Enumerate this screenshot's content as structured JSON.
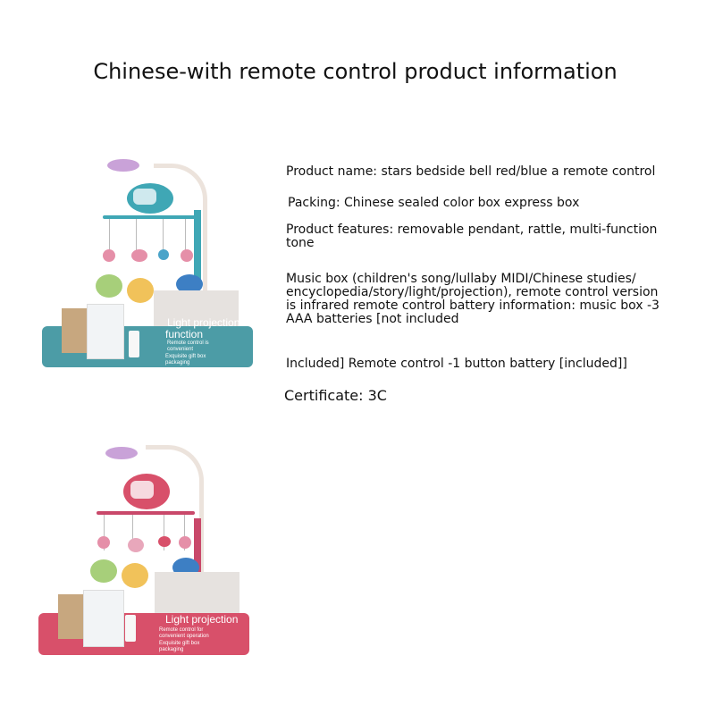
{
  "title": "Chinese-with remote control product information",
  "info": {
    "product_name": "Product name: stars bedside bell red/blue a remote control",
    "packing": "Packing: Chinese sealed color box express box",
    "features": "Product features: removable pendant, rattle, multi-function tone",
    "music_box": "Music box (children's song/lullaby MIDI/Chinese studies/ encyclopedia/story/light/projection), remote control version is infrared remote control battery information: music box -3 AAA batteries [not included",
    "included": "Included] Remote control -1 button battery [included]]",
    "certificate": "Certificate: 3C"
  },
  "products": [
    {
      "variant": "blue",
      "color": "#4c9ca6",
      "accent": "#3fa7b5",
      "banner_heading": "Light projection",
      "banner_heading2": "function",
      "banner_line1": "Remote control is convenient",
      "banner_line2": "Exquisite gift box packaging"
    },
    {
      "variant": "red",
      "color": "#d8506a",
      "accent": "#c9486a",
      "banner_heading": "Light projection",
      "banner_line1": "Remote control for convenient operation",
      "banner_line2": "Exquisite gift box packaging"
    }
  ]
}
